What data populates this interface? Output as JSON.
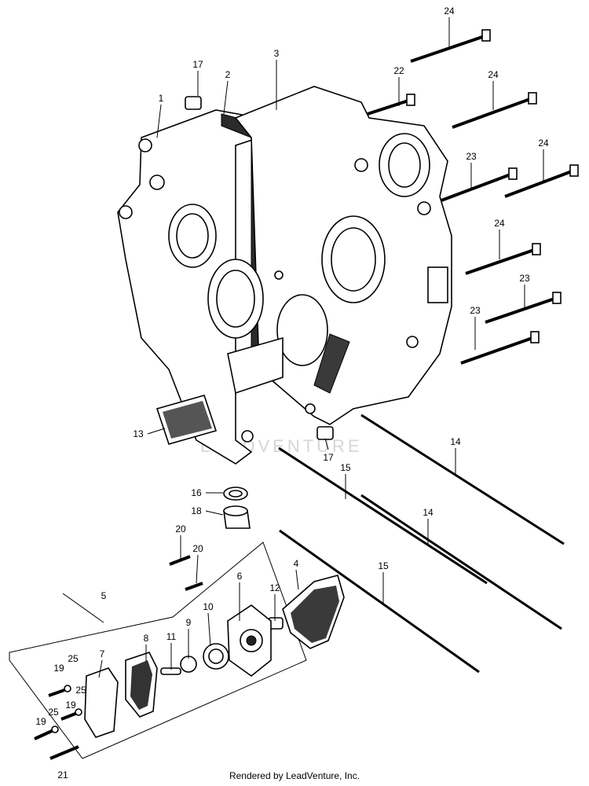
{
  "credit": "Rendered by LeadVenture, Inc.",
  "watermark": "LEADVENTURE",
  "callouts": [
    {
      "id": "c24a",
      "text": "24"
    },
    {
      "id": "c17a",
      "text": "17"
    },
    {
      "id": "c2",
      "text": "2"
    },
    {
      "id": "c3",
      "text": "3"
    },
    {
      "id": "c22",
      "text": "22"
    },
    {
      "id": "c24b",
      "text": "24"
    },
    {
      "id": "c1",
      "text": "1"
    },
    {
      "id": "c24c",
      "text": "24"
    },
    {
      "id": "c23a",
      "text": "23"
    },
    {
      "id": "c24d",
      "text": "24"
    },
    {
      "id": "c23b",
      "text": "23"
    },
    {
      "id": "c23c",
      "text": "23"
    },
    {
      "id": "c13",
      "text": "13"
    },
    {
      "id": "c17b",
      "text": "17"
    },
    {
      "id": "c14a",
      "text": "14"
    },
    {
      "id": "c15a",
      "text": "15"
    },
    {
      "id": "c16",
      "text": "16"
    },
    {
      "id": "c18",
      "text": "18"
    },
    {
      "id": "c14b",
      "text": "14"
    },
    {
      "id": "c20a",
      "text": "20"
    },
    {
      "id": "c20b",
      "text": "20"
    },
    {
      "id": "c4",
      "text": "4"
    },
    {
      "id": "c5",
      "text": "5"
    },
    {
      "id": "c12",
      "text": "12"
    },
    {
      "id": "c15b",
      "text": "15"
    },
    {
      "id": "c6",
      "text": "6"
    },
    {
      "id": "c10",
      "text": "10"
    },
    {
      "id": "c9",
      "text": "9"
    },
    {
      "id": "c8",
      "text": "8"
    },
    {
      "id": "c11",
      "text": "11"
    },
    {
      "id": "c7",
      "text": "7"
    },
    {
      "id": "c25a",
      "text": "25"
    },
    {
      "id": "c19a",
      "text": "19"
    },
    {
      "id": "c25b",
      "text": "25"
    },
    {
      "id": "c19b",
      "text": "19"
    },
    {
      "id": "c25c",
      "text": "25"
    },
    {
      "id": "c19c",
      "text": "19"
    },
    {
      "id": "c21",
      "text": "21"
    }
  ]
}
